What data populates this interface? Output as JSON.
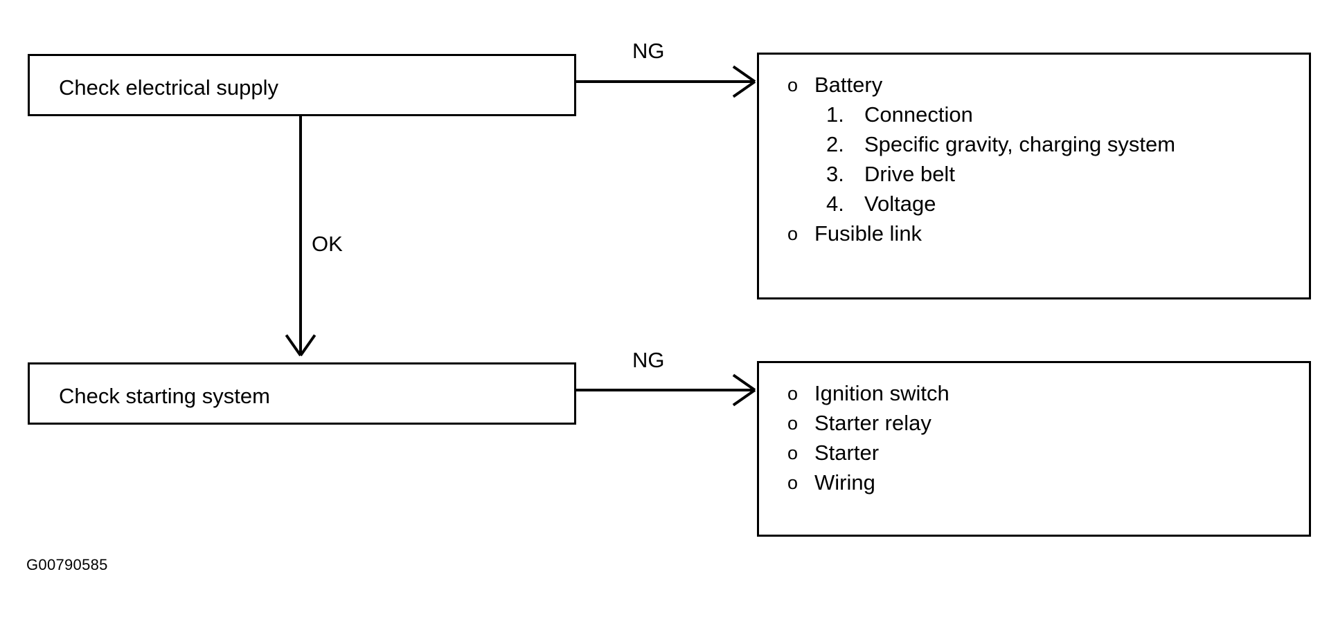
{
  "figure": {
    "id_code": "G00790585"
  },
  "nodes": [
    {
      "key": "check_electrical_supply",
      "label": "Check electrical supply"
    },
    {
      "key": "check_starting_system",
      "label": "Check starting system"
    }
  ],
  "edges": [
    {
      "key": "ng_top",
      "label": "NG",
      "from": "check_electrical_supply",
      "to": "electrical_supply_items",
      "direction": "right"
    },
    {
      "key": "ok_down",
      "label": "OK",
      "from": "check_electrical_supply",
      "to": "check_starting_system",
      "direction": "down"
    },
    {
      "key": "ng_bottom",
      "label": "NG",
      "from": "check_starting_system",
      "to": "starting_system_items",
      "direction": "right"
    }
  ],
  "panels": [
    {
      "key": "electrical_supply_items",
      "items": [
        {
          "marker": "o",
          "kind": "bullet",
          "text": "Battery"
        },
        {
          "marker": "1.",
          "kind": "number",
          "text": "Connection"
        },
        {
          "marker": "2.",
          "kind": "number",
          "text": "Specific gravity, charging system"
        },
        {
          "marker": "3.",
          "kind": "number",
          "text": "Drive belt"
        },
        {
          "marker": "4.",
          "kind": "number",
          "text": "Voltage"
        },
        {
          "marker": "o",
          "kind": "bullet",
          "text": "Fusible link"
        }
      ]
    },
    {
      "key": "starting_system_items",
      "items": [
        {
          "marker": "o",
          "kind": "bullet",
          "text": "Ignition switch"
        },
        {
          "marker": "o",
          "kind": "bullet",
          "text": "Starter relay"
        },
        {
          "marker": "o",
          "kind": "bullet",
          "text": "Starter"
        },
        {
          "marker": "o",
          "kind": "bullet",
          "text": "Wiring"
        }
      ]
    }
  ],
  "colors": {
    "line": "#000000",
    "background": "#ffffff",
    "text": "#000000"
  }
}
